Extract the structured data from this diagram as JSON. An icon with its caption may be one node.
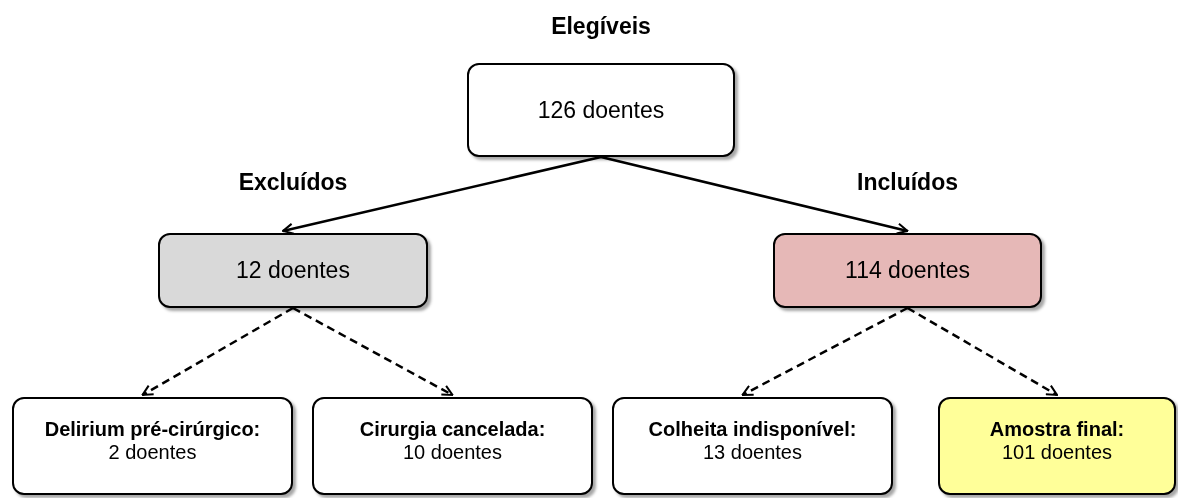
{
  "diagram": {
    "nodes": [
      {
        "text": [
          "Elegíveis",
          "126 doentes"
        ]
      },
      {
        "text": [
          "Excluídos",
          "12 doentes"
        ]
      },
      {
        "text": [
          "Incluídos",
          "114 doentes"
        ]
      },
      {
        "text": [
          "Delirium pré-cirúrgico:",
          "2 doentes"
        ]
      },
      {
        "text": [
          "Cirurgia cancelada:",
          "10 doentes"
        ]
      },
      {
        "text": [
          "Colheita indisponível:",
          "13 doentes"
        ]
      },
      {
        "text": [
          "Amostra final:",
          "101 doentes"
        ]
      }
    ],
    "edges": [
      {
        "from": 0,
        "to": 1,
        "arrow": "to"
      },
      {
        "from": 0,
        "to": 2,
        "arrow": "to"
      },
      {
        "from": 1,
        "to": 3,
        "arrow": "to",
        "style": "dashed"
      },
      {
        "from": 1,
        "to": 4,
        "arrow": "to",
        "style": "dashed"
      },
      {
        "from": 2,
        "to": 5,
        "arrow": "to",
        "style": "dashed"
      },
      {
        "from": 2,
        "to": 6,
        "arrow": "to",
        "style": "dashed"
      }
    ]
  }
}
